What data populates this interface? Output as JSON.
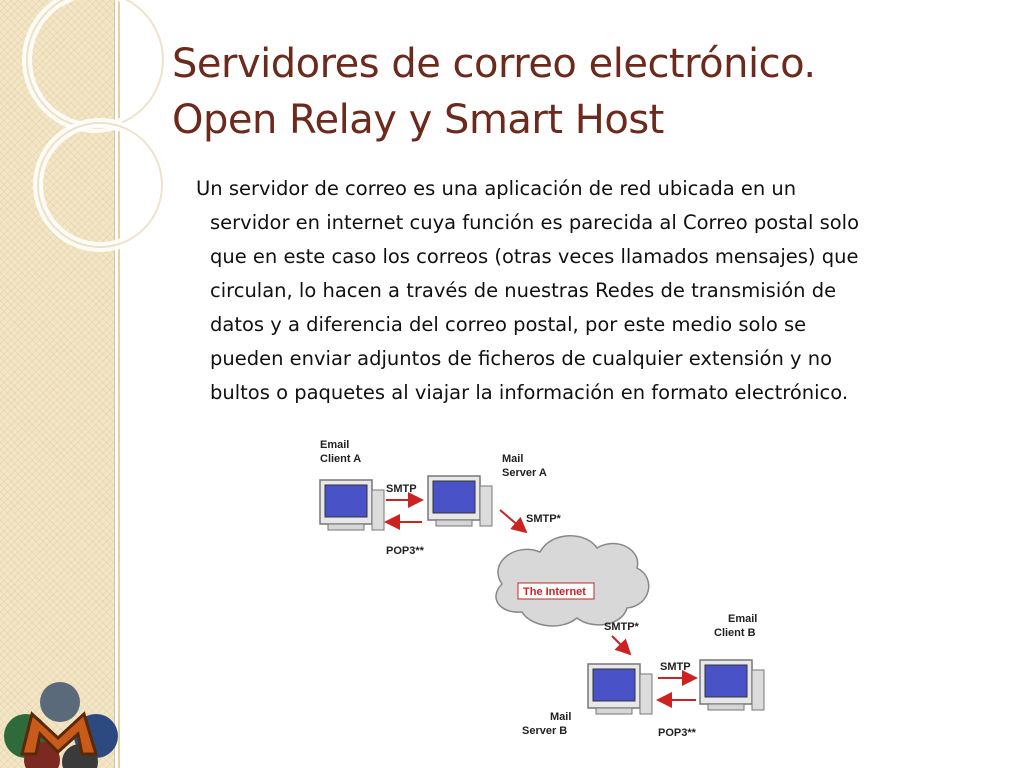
{
  "slide": {
    "title_lines": [
      "Servidores de correo electrónico.",
      "Open Relay y Smart Host"
    ],
    "body_lines": [
      "Un servidor de correo es una aplicación de red ubicada en un",
      "servidor en internet cuya función es parecida al Correo postal solo",
      "que en este caso los correos (otras veces llamados mensajes) que",
      "circulan, lo hacen a través de nuestras Redes de transmisión de",
      "datos y a diferencia del correo postal, por este medio solo se",
      "pueden enviar adjuntos de ficheros de cualquier extensión y no",
      "bultos o paquetes al viajar la información en formato electrónico."
    ]
  },
  "diagram": {
    "client_a": [
      "Email",
      "Client A"
    ],
    "server_a": [
      "Mail",
      "Server A"
    ],
    "client_b": [
      "Email",
      "Client B"
    ],
    "server_b": [
      "Mail",
      "Server B"
    ],
    "smtp": "SMTP",
    "smtp_star": "SMTP*",
    "pop3": "POP3**",
    "internet": "The Internet"
  },
  "colors": {
    "title": "#6b2a1c",
    "arrow": "#cc2222",
    "screen": "#4a52c8"
  },
  "icons": {
    "logo": "magic-m-logo"
  }
}
